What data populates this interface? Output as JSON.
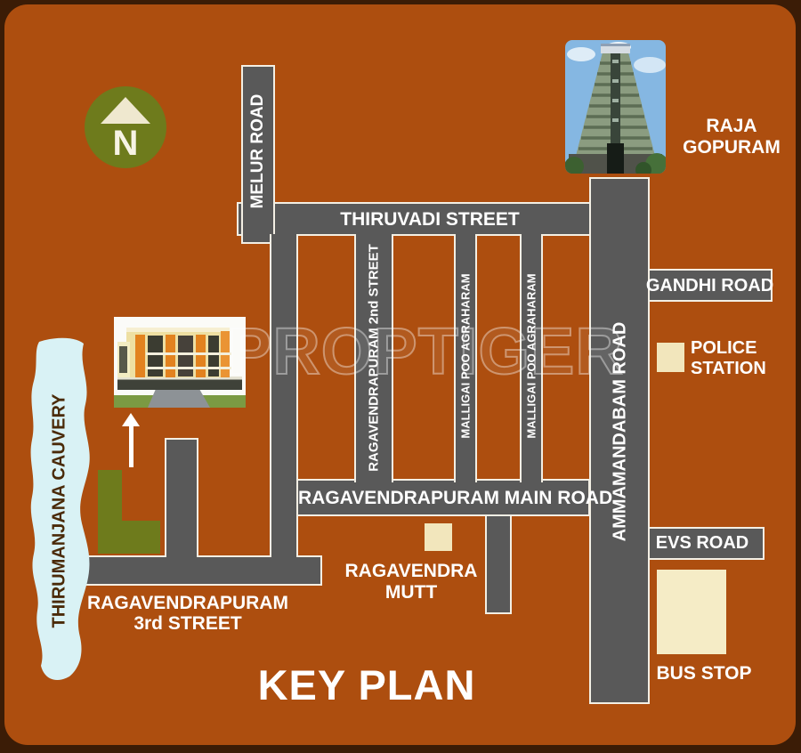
{
  "title": "KEY PLAN",
  "watermark": "PROPTIGER",
  "colors": {
    "bg": "#ad4e0f",
    "frame": "#3b1c06",
    "road": "#595959",
    "outline": "#f3efe4",
    "river": "#d9f2f5",
    "river_text": "#4a2a08",
    "olive": "#6e7b1c",
    "cream": "#efe8cf",
    "beige": "#f2e6bc",
    "beige_light": "#f5ecc6"
  },
  "north": {
    "label": "N"
  },
  "river": {
    "label": "THIRUMANJANA CAUVERY"
  },
  "roads": {
    "melur": {
      "label": "MELUR ROAD"
    },
    "thiruvadi": {
      "label": "THIRUVADI STREET"
    },
    "second_street": {
      "label": "RAGAVENDRAPURAM 2nd STREET"
    },
    "malligai_1": {
      "label": "MALLIGAI POO AGRAHARAM"
    },
    "malligai_2": {
      "label": "MALLIGAI POO AGRAHARAM"
    },
    "ammamandabam": {
      "label": "AMMAMANDABAM ROAD"
    },
    "gandhi": {
      "label": "GANDHI ROAD"
    },
    "main_road": {
      "label": "RAGAVENDRAPURAM MAIN ROAD"
    },
    "evs": {
      "label": "EVS ROAD"
    },
    "third_street": {
      "line1": "RAGAVENDRAPURAM",
      "line2": "3rd STREET"
    }
  },
  "landmarks": {
    "raja_gopuram": {
      "line1": "RAJA",
      "line2": "GOPURAM"
    },
    "police_station": {
      "line1": "POLICE",
      "line2": "STATION"
    },
    "ragavendra_mutt": {
      "line1": "RAGAVENDRA",
      "line2": "MUTT"
    },
    "bus_stop": {
      "label": "BUS STOP"
    }
  }
}
